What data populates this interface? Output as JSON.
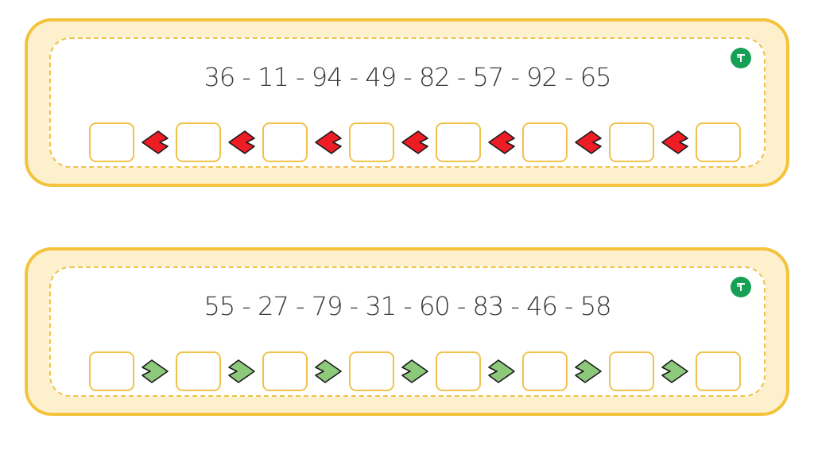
{
  "cards": [
    {
      "sequence": "36 - 11 - 94 - 49 - 82 - 57 - 92 - 65",
      "order": "descending",
      "box_count": 8,
      "arrow_color": "#ee1c25",
      "arrow_icon": "chevron-left-icon"
    },
    {
      "sequence": "55 - 27 - 79 - 31 - 60 - 83 - 46 - 58",
      "order": "ascending",
      "box_count": 8,
      "arrow_color": "#8cc97a",
      "arrow_icon": "chevron-right-icon"
    }
  ],
  "colors": {
    "card_border": "#f5c33b",
    "card_fill": "#fdf0cc",
    "box_border": "#f1c24a",
    "badge": "#16a055",
    "text": "#3a3a3a"
  },
  "badge_icon": "teacher-logo-icon"
}
